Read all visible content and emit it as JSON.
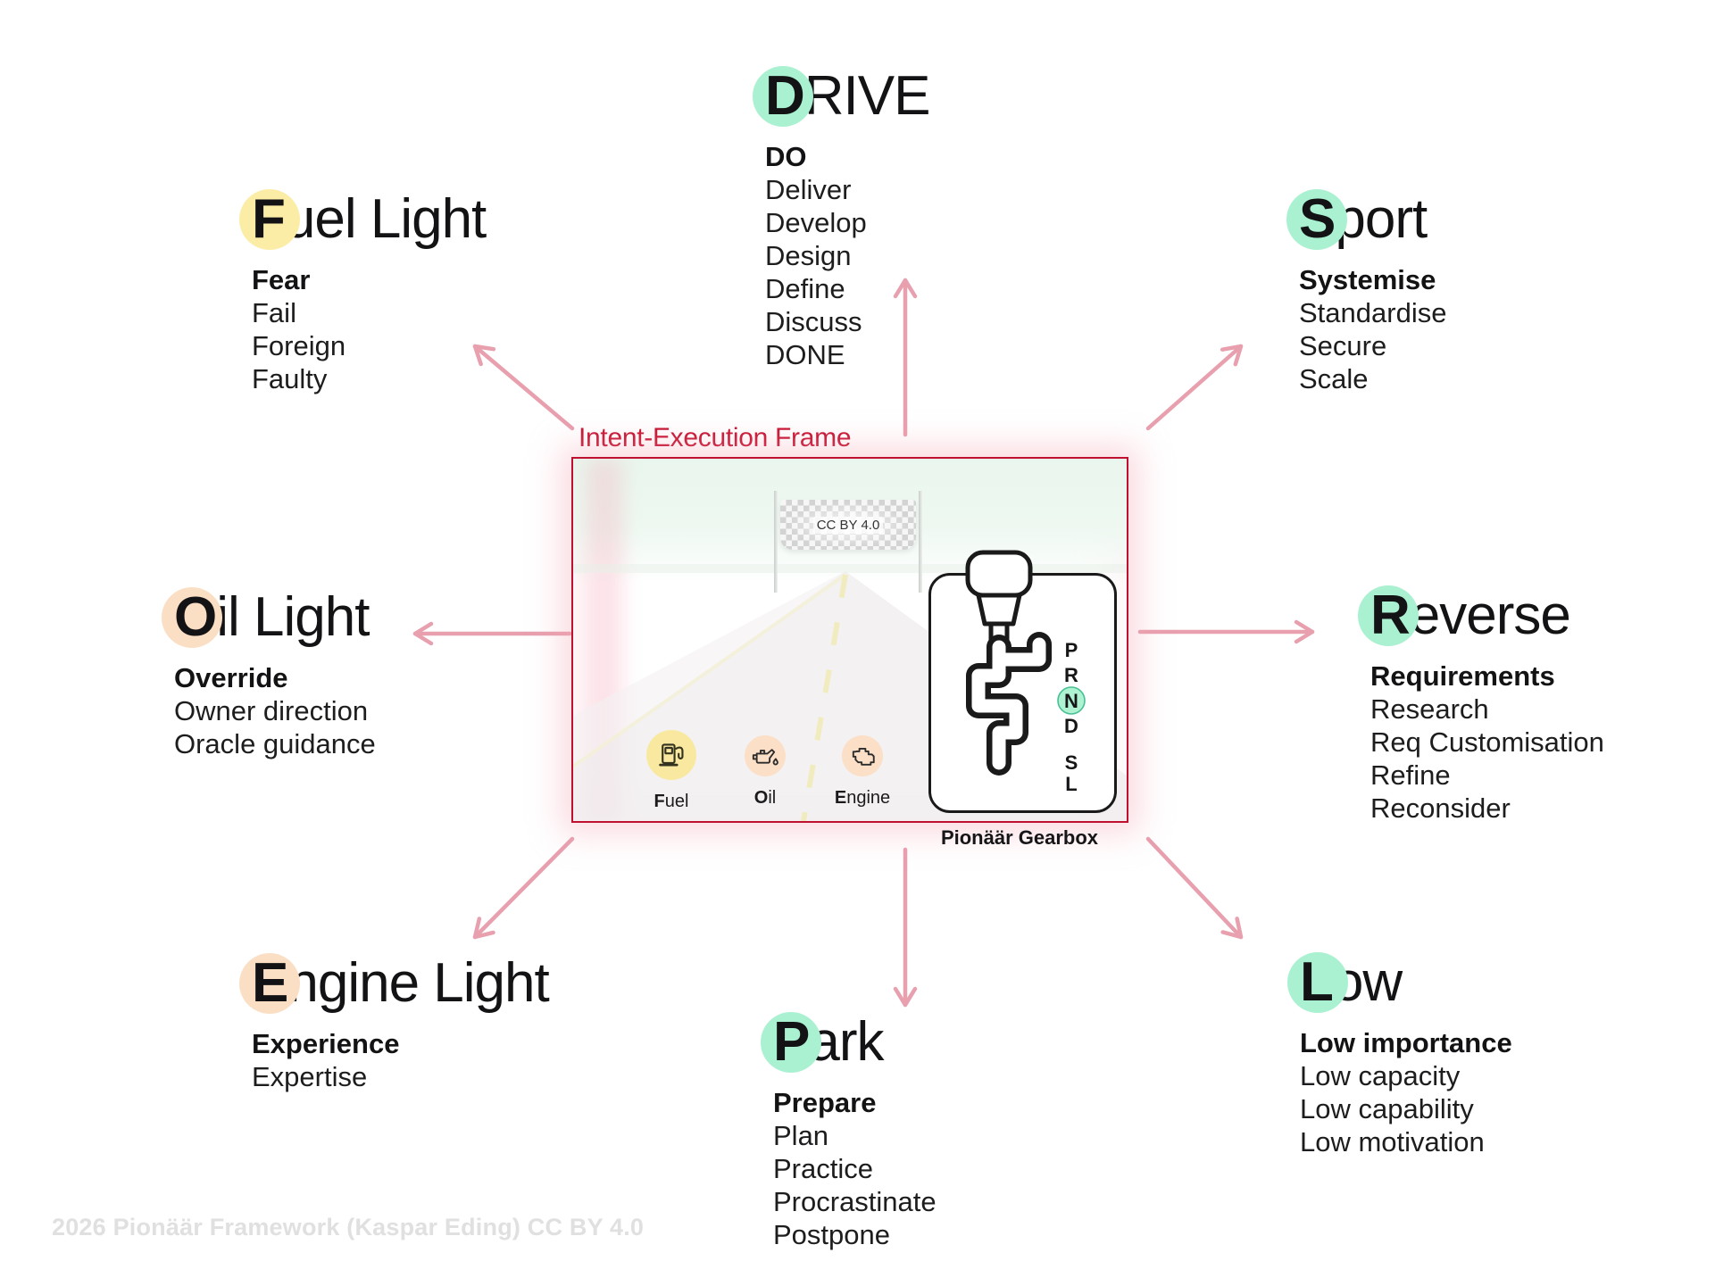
{
  "watermark": "2026 Pionäär Framework (Kaspar Eding) CC BY 4.0",
  "colors": {
    "mint_highlight": "#a9f1d1",
    "yellow_highlight": "#fceda6",
    "peach_highlight": "#fbdfc4",
    "frame_red": "#c01030",
    "arrow_pink": "#e89fae",
    "text": "#161618",
    "watermark_gray": "#e0e0e0"
  },
  "frame": {
    "label": "Intent-Execution Frame",
    "flag_text": "CC BY 4.0",
    "gearbox_caption": "Pionäär Gearbox",
    "gear_letters": [
      "P",
      "R",
      "N",
      "D",
      "S",
      "L"
    ],
    "gear_selected": "N",
    "indicators": [
      {
        "icon": "fuel-pump-icon",
        "initial": "F",
        "rest": "uel"
      },
      {
        "icon": "oil-can-icon",
        "initial": "O",
        "rest": "il"
      },
      {
        "icon": "engine-icon",
        "initial": "E",
        "rest": "ngine"
      }
    ]
  },
  "nodes": {
    "drive": {
      "initial": "D",
      "rest": "RIVE",
      "lead": "DO",
      "items": [
        "Deliver",
        "Develop",
        "Design",
        "Define",
        "Discuss",
        "DONE"
      ]
    },
    "fuel_light": {
      "initial": "F",
      "rest": "uel Light",
      "lead": "Fear",
      "items": [
        "Fail",
        "Foreign",
        "Faulty"
      ]
    },
    "sport": {
      "initial": "S",
      "rest": "port",
      "lead": "Systemise",
      "items": [
        "Standardise",
        "Secure",
        "Scale"
      ]
    },
    "oil_light": {
      "initial": "O",
      "rest": "il Light",
      "lead": "Override",
      "items": [
        "Owner direction",
        "Oracle guidance"
      ]
    },
    "reverse": {
      "initial": "R",
      "rest": "everse",
      "lead": "Requirements",
      "items": [
        "Research",
        "Req Customisation",
        "Refine",
        "Reconsider"
      ]
    },
    "engine_light": {
      "initial": "E",
      "rest": "ngine Light",
      "lead": "Experience",
      "items": [
        "Expertise"
      ]
    },
    "park": {
      "initial": "P",
      "rest": "ark",
      "lead": "Prepare",
      "items": [
        "Plan",
        "Practice",
        "Procrastinate",
        "Postpone"
      ]
    },
    "low": {
      "initial": "L",
      "rest": "ow",
      "lead": "Low importance",
      "items": [
        "Low capacity",
        "Low capability",
        "Low motivation"
      ]
    }
  }
}
